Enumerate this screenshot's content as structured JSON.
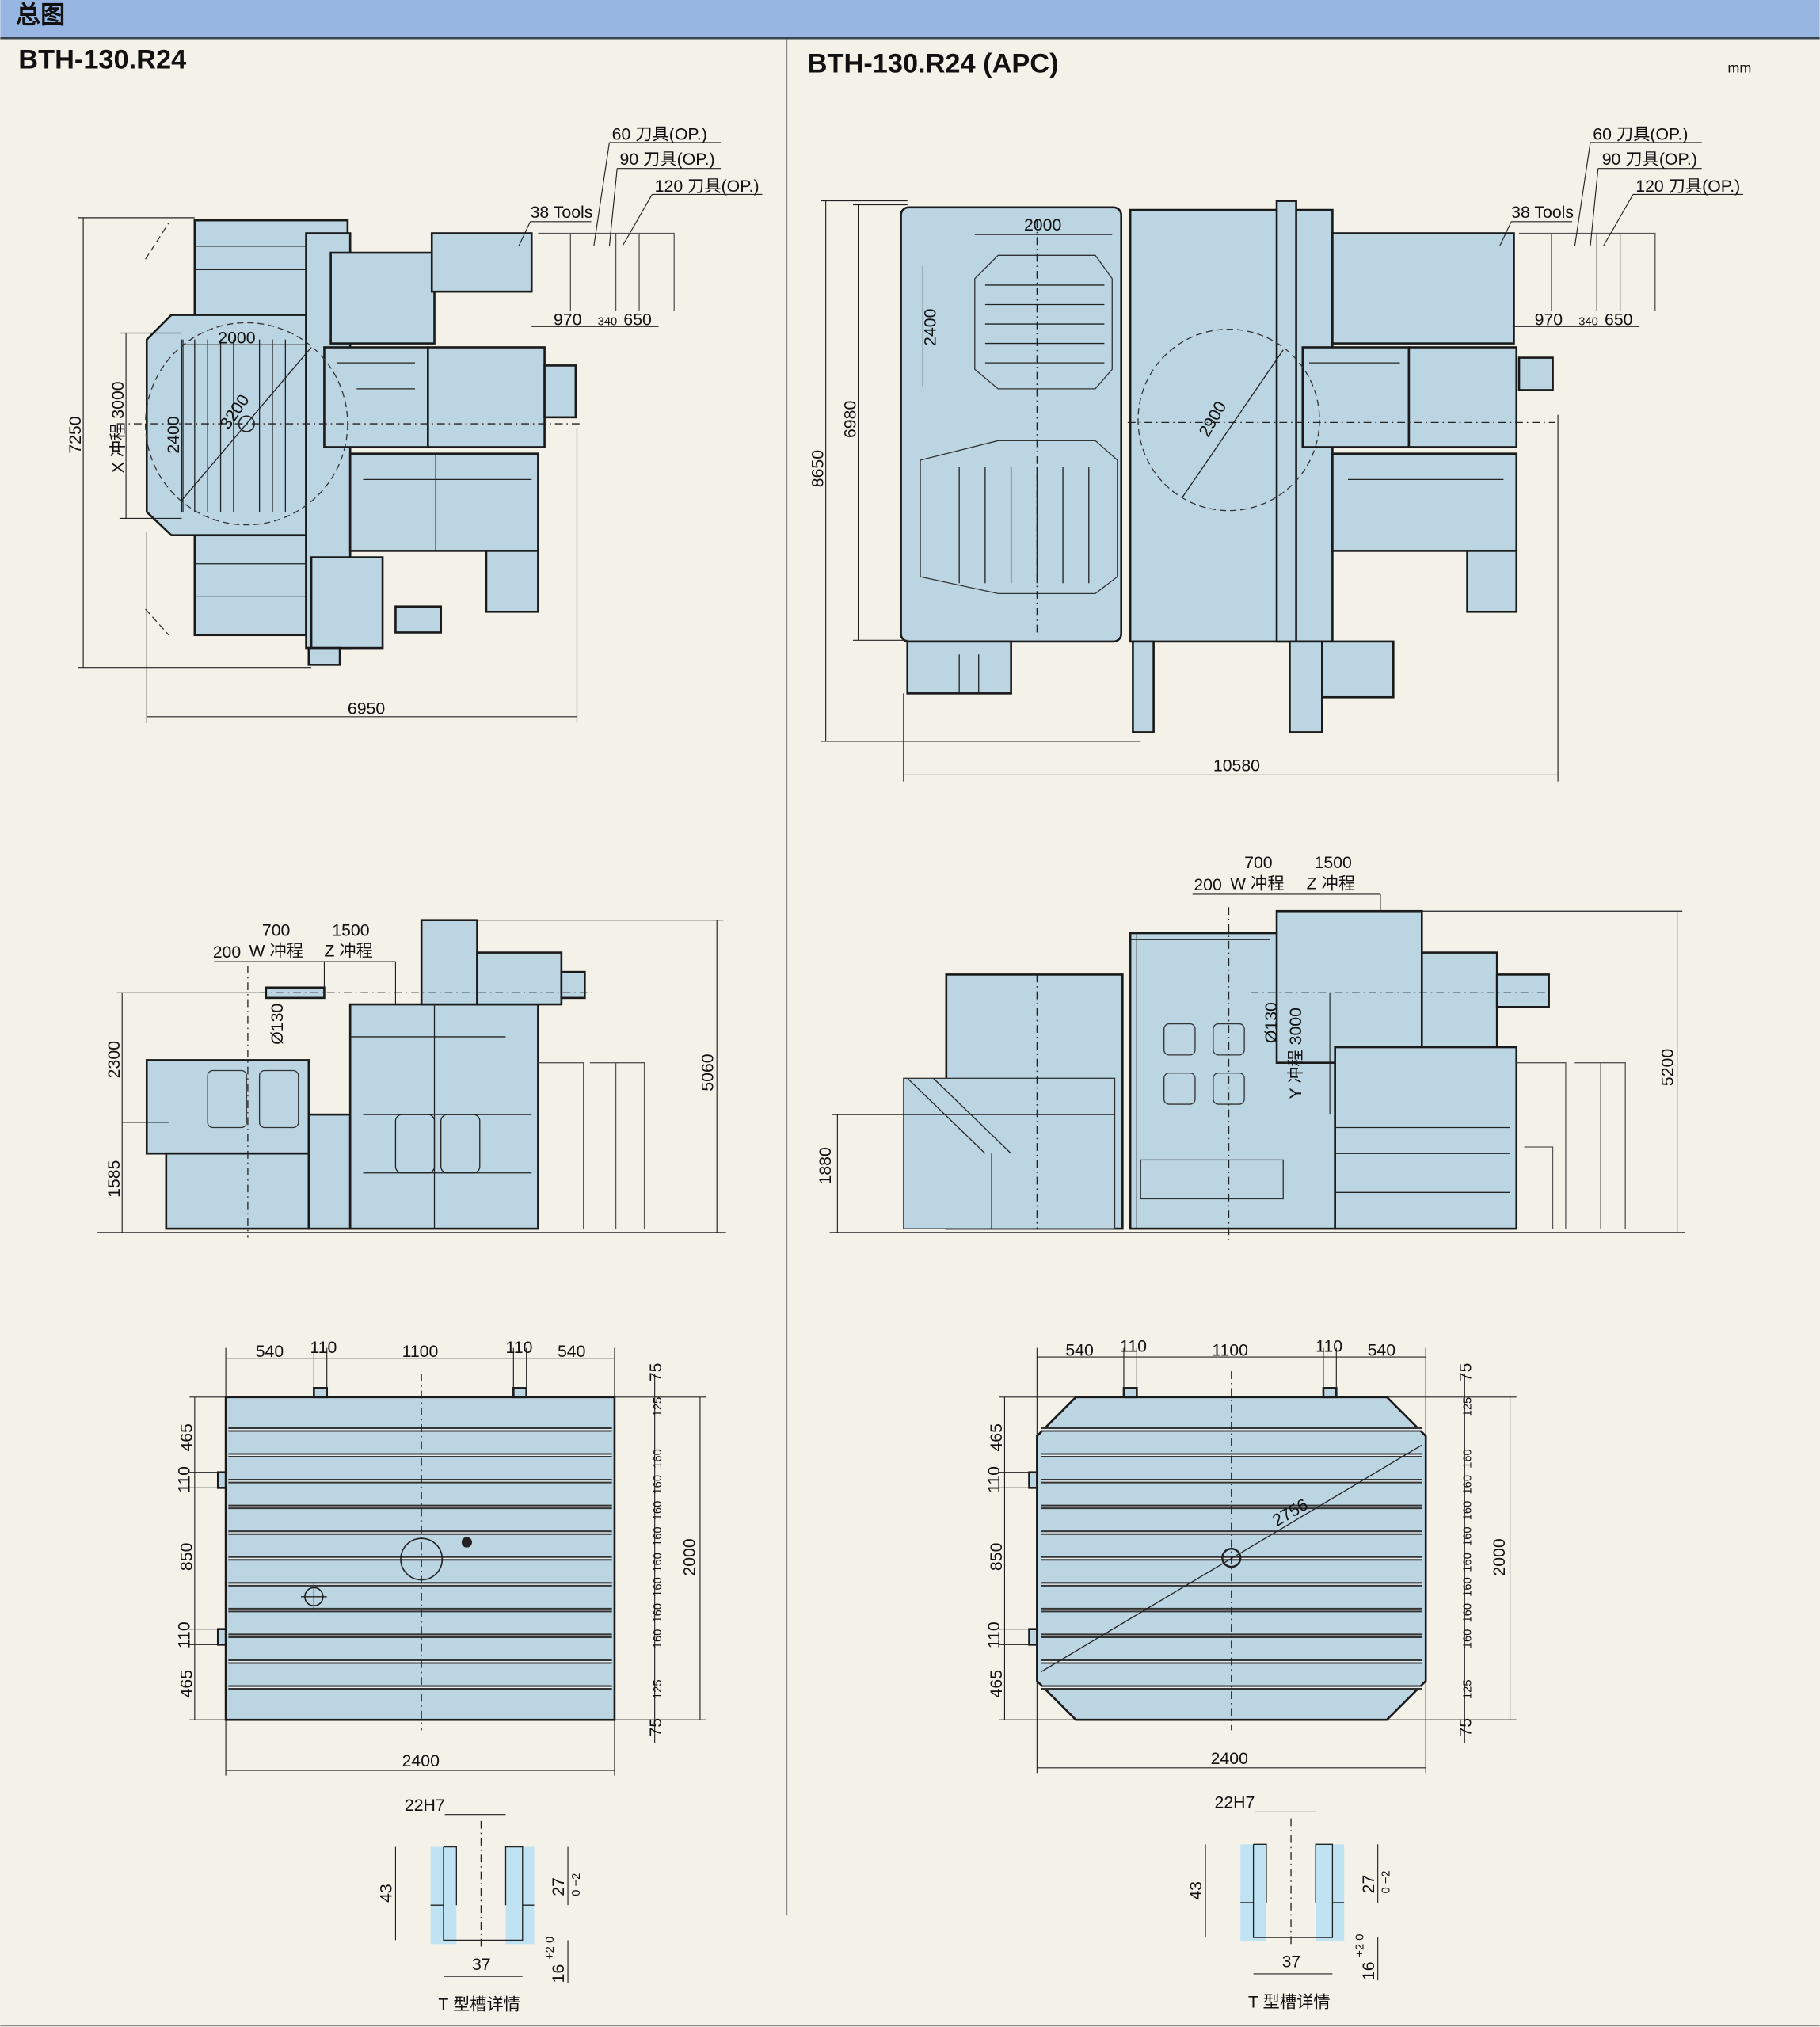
{
  "header": {
    "title": "总图",
    "unit": "mm"
  },
  "colors": {
    "header_bg": "#97b7e2",
    "machine_fill": "#bcd5e2",
    "page_bg": "#f3f1e8"
  },
  "left": {
    "model": "BTH-130.R24",
    "plan": {
      "tools_60": "60 刀具(OP.)",
      "tools_90": "90 刀具(OP.)",
      "tools_120": "120 刀具(OP.)",
      "tools_38": "38 Tools",
      "d970": "970",
      "d340": "340",
      "d650": "650",
      "d7250": "7250",
      "x_stroke": "X 冲程 3000",
      "d2400": "2400",
      "d2000": "2000",
      "d3200": "3200",
      "d6950": "6950"
    },
    "elevation": {
      "d700": "700",
      "d1500": "1500",
      "d200": "200",
      "w_stroke": "W 冲程",
      "z_stroke": "Z 冲程",
      "dia130": "Ø130",
      "d2300": "2300",
      "d1585": "1585",
      "d5060": "5060"
    },
    "table": {
      "top": [
        "540",
        "110",
        "1100",
        "110",
        "540"
      ],
      "left": [
        "465",
        "110",
        "850",
        "110",
        "465"
      ],
      "right": [
        "75",
        "125",
        "160",
        "160",
        "160",
        "160",
        "160",
        "160",
        "160",
        "160",
        "160",
        "160",
        "125",
        "75"
      ],
      "height": "2000",
      "width": "2400"
    },
    "tslot": {
      "width": "22H7",
      "depth": "43",
      "d27": "27",
      "tol27": "0 −2",
      "d37": "37",
      "d16": "16",
      "tol16": "+2 0",
      "caption": "T 型槽详情"
    }
  },
  "right": {
    "model": "BTH-130.R24 (APC)",
    "plan": {
      "tools_60": "60 刀具(OP.)",
      "tools_90": "90 刀具(OP.)",
      "tools_120": "120 刀具(OP.)",
      "tools_38": "38 Tools",
      "d970": "970",
      "d340": "340",
      "d650": "650",
      "d8650": "8650",
      "d6980": "6980",
      "d2000": "2000",
      "d2400": "2400",
      "d2900": "2900",
      "d10580": "10580"
    },
    "elevation": {
      "d700": "700",
      "d1500": "1500",
      "d200": "200",
      "w_stroke": "W 冲程",
      "z_stroke": "Z 冲程",
      "dia130": "Ø130",
      "y_stroke": "Y 冲程 3000",
      "d1880": "1880",
      "d5200": "5200"
    },
    "table": {
      "top": [
        "540",
        "110",
        "1100",
        "110",
        "540"
      ],
      "left": [
        "465",
        "110",
        "850",
        "110",
        "465"
      ],
      "right": [
        "75",
        "125",
        "160",
        "160",
        "160",
        "160",
        "160",
        "160",
        "160",
        "160",
        "160",
        "160",
        "125",
        "75"
      ],
      "height": "2000",
      "width": "2400",
      "diagonal": "2756"
    },
    "tslot": {
      "width": "22H7",
      "depth": "43",
      "d27": "27",
      "tol27": "0 −2",
      "d37": "37",
      "d16": "16",
      "tol16": "+2 0",
      "caption": "T 型槽详情"
    }
  }
}
